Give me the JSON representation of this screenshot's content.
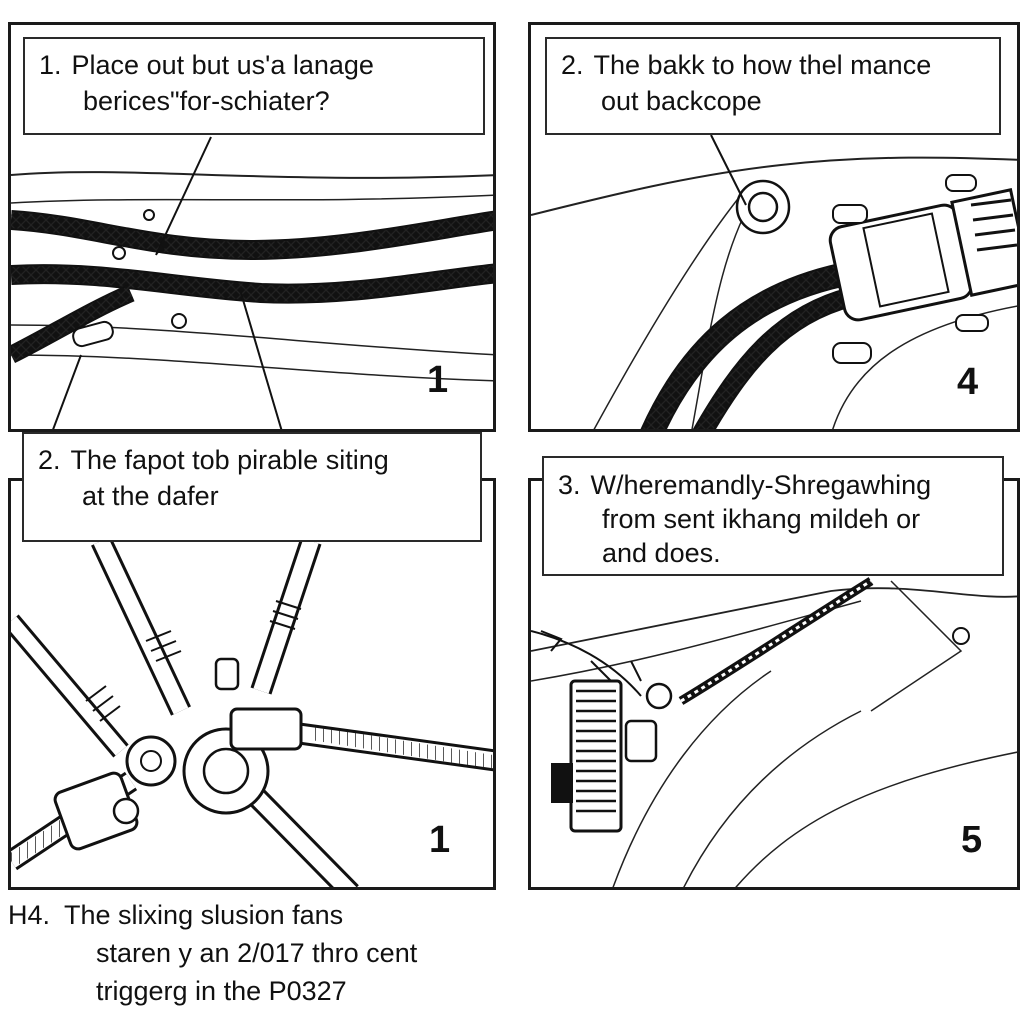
{
  "panels": [
    {
      "id": "top-left",
      "caption_number": "1.",
      "caption_lines": [
        "Place out but us'a lanage",
        "berices\"for-schiater?"
      ],
      "panel_number": "1"
    },
    {
      "id": "top-right",
      "caption_number": "2.",
      "caption_lines": [
        "The bakk to how thel mance",
        "out backcope"
      ],
      "panel_number": "4"
    },
    {
      "id": "bottom-left",
      "caption_number": "2.",
      "caption_lines": [
        "The fapot tob pirable siting",
        "at the dafer"
      ],
      "panel_number": "1"
    },
    {
      "id": "bottom-right",
      "caption_number": "3.",
      "caption_lines": [
        "W/heremandly-Shregawhing",
        "from sent ikhang mildeh or",
        "and does."
      ],
      "panel_number": "5"
    }
  ],
  "footer": {
    "number": "H4.",
    "lines": [
      "The slixing slusion fans",
      "staren y an 2/017 thro cent",
      "triggerg in the P0327"
    ]
  }
}
